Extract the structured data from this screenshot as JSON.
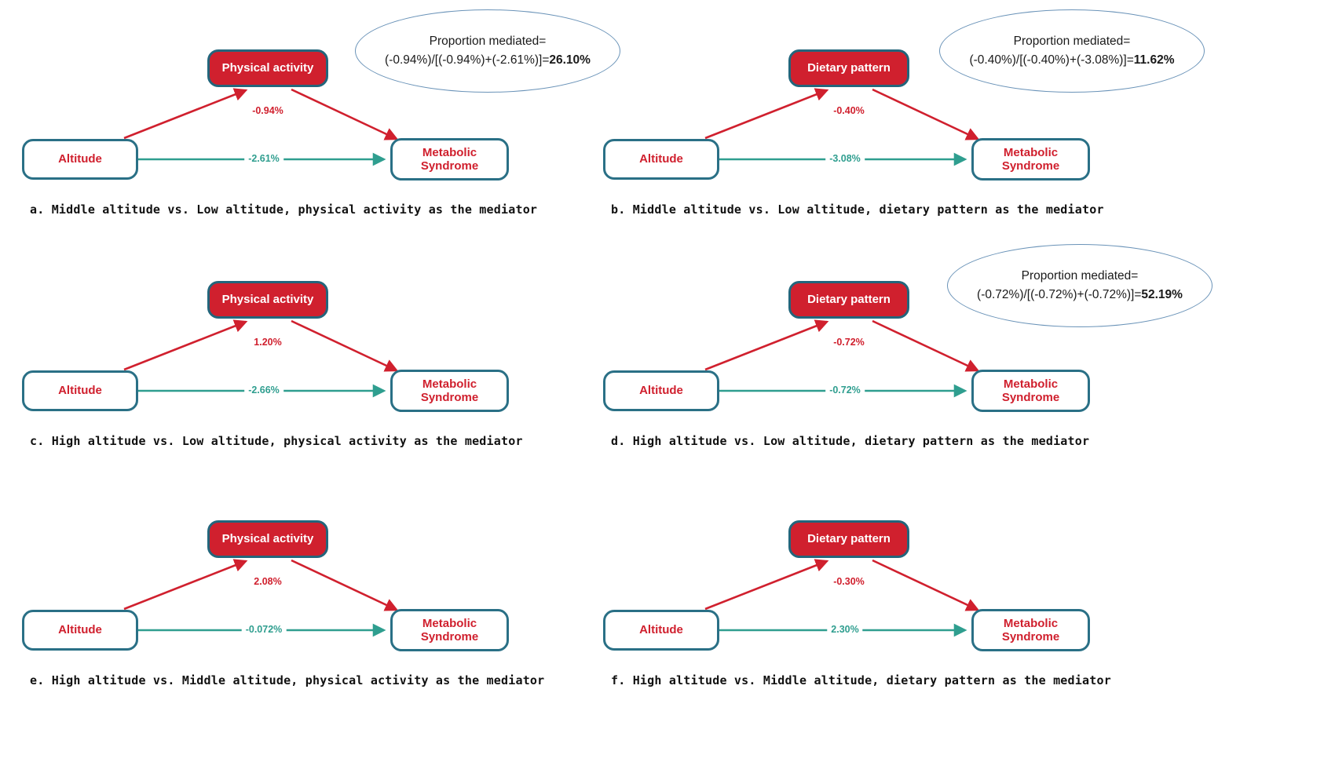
{
  "colors": {
    "node_red": "#d0202e",
    "node_border_teal": "#2a7086",
    "direct_arrow_teal": "#2f9e8f",
    "ellipse_border_blue": "#6a93b8"
  },
  "panels": [
    {
      "id": "a",
      "mediator": "Physical activity",
      "exposure": "Altitude",
      "outcome": "Metabolic Syndrome",
      "indirect_label": "-0.94%",
      "direct_label": "-2.61%",
      "caption": "a. Middle altitude vs. Low altitude, physical activity as the mediator",
      "ellipse": {
        "line1": "Proportion mediated=",
        "formula": "(-0.94%)/[(-0.94%)+(-2.61%)]=",
        "result": "26.10%"
      }
    },
    {
      "id": "b",
      "mediator": "Dietary pattern",
      "exposure": "Altitude",
      "outcome": "Metabolic Syndrome",
      "indirect_label": "-0.40%",
      "direct_label": "-3.08%",
      "caption": "b. Middle altitude vs. Low altitude, dietary pattern as the mediator",
      "ellipse": {
        "line1": "Proportion mediated=",
        "formula": "(-0.40%)/[(-0.40%)+(-3.08%)]=",
        "result": "11.62%"
      }
    },
    {
      "id": "c",
      "mediator": "Physical activity",
      "exposure": "Altitude",
      "outcome": "Metabolic Syndrome",
      "indirect_label": "1.20%",
      "direct_label": "-2.66%",
      "caption": "c. High altitude vs. Low altitude, physical activity as the mediator",
      "ellipse": null
    },
    {
      "id": "d",
      "mediator": "Dietary pattern",
      "exposure": "Altitude",
      "outcome": "Metabolic Syndrome",
      "indirect_label": "-0.72%",
      "direct_label": "-0.72%",
      "caption": "d. High altitude vs. Low altitude, dietary pattern as the mediator",
      "ellipse": {
        "line1": "Proportion mediated=",
        "formula": "(-0.72%)/[(-0.72%)+(-0.72%)]=",
        "result": "52.19%"
      }
    },
    {
      "id": "e",
      "mediator": "Physical activity",
      "exposure": "Altitude",
      "outcome": "Metabolic Syndrome",
      "indirect_label": "2.08%",
      "direct_label": "-0.072%",
      "caption": "e. High altitude vs. Middle altitude, physical activity as the mediator",
      "ellipse": null
    },
    {
      "id": "f",
      "mediator": "Dietary pattern",
      "exposure": "Altitude",
      "outcome": "Metabolic Syndrome",
      "indirect_label": "-0.30%",
      "direct_label": "2.30%",
      "caption": "f. High altitude vs. Middle altitude, dietary pattern as the mediator",
      "ellipse": null
    }
  ]
}
